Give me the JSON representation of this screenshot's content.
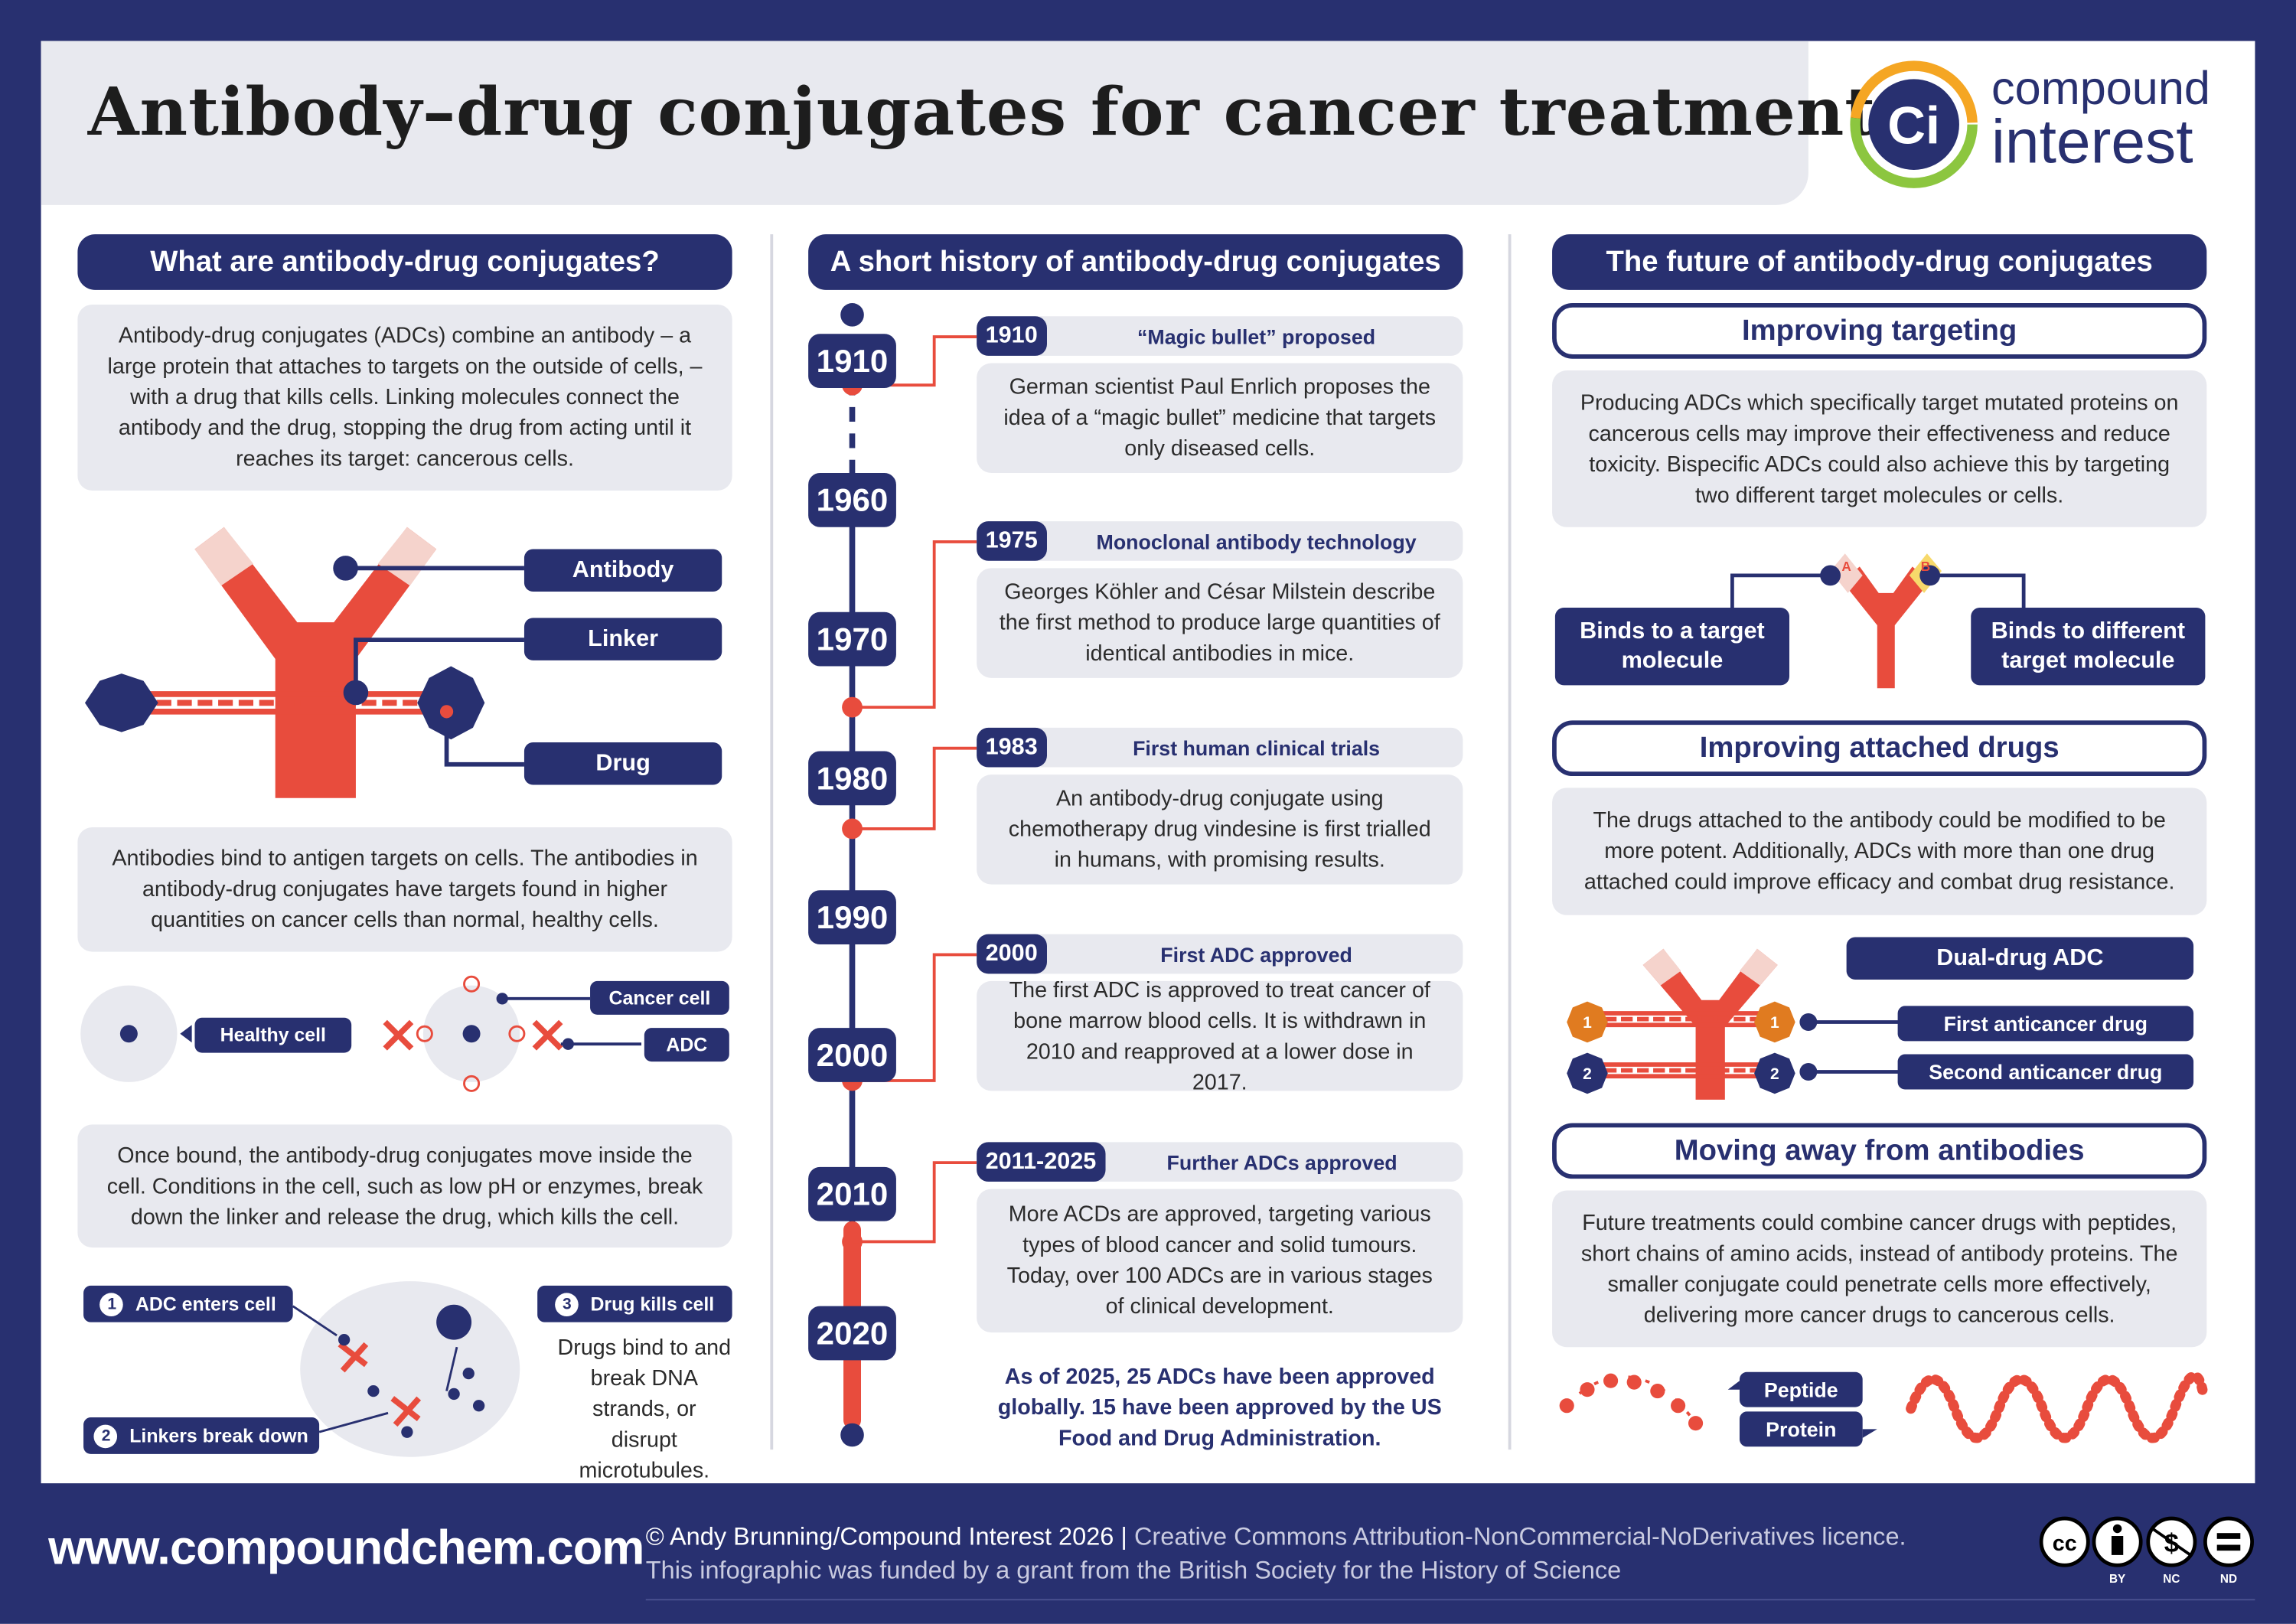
{
  "title": "Antibody–drug conjugates for cancer treatment",
  "logo": {
    "line1": "compound",
    "line2": "interest",
    "mark": "Ci"
  },
  "col1": {
    "header": "What are antibody-drug conjugates?",
    "intro": "Antibody-drug conjugates (ADCs) combine an antibody – a large protein that attaches to targets on the outside of cells, – with a drug that kills cells. Linking molecules connect the antibody and the drug, stopping the drug from acting until it reaches its target: cancerous cells.",
    "labels": {
      "antibody": "Antibody",
      "linker": "Linker",
      "drug": "Drug"
    },
    "binding": "Antibodies bind to antigen targets on cells. The antibodies in antibody-drug conjugates have targets found in higher quantities on cancer cells than normal, healthy cells.",
    "cells": {
      "healthy": "Healthy cell",
      "cancer": "Cancer cell",
      "adc": "ADC"
    },
    "inside": "Once bound, the antibody-drug conjugates move inside the cell. Conditions in the cell, such as low pH or enzymes, break down the linker and release the drug, which kills the cell.",
    "steps": [
      {
        "n": "1",
        "label": "ADC enters cell"
      },
      {
        "n": "2",
        "label": "Linkers break down"
      },
      {
        "n": "3",
        "label": "Drug kills cell"
      }
    ],
    "drug_note": "Drugs bind to and break DNA strands, or disrupt microtubules."
  },
  "col2": {
    "header": "A short history of antibody-drug conjugates",
    "years": [
      "1910",
      "1960",
      "1970",
      "1980",
      "1990",
      "2000",
      "2010",
      "2020"
    ],
    "events": [
      {
        "year": "1910",
        "title": "“Magic bullet” proposed",
        "text": "German scientist Paul Enrlich proposes the idea of a “magic bullet” medicine that targets only diseased cells."
      },
      {
        "year": "1975",
        "title": "Monoclonal antibody technology",
        "text": "Georges Köhler and César Milstein describe the first method to produce large quantities of identical antibodies in mice."
      },
      {
        "year": "1983",
        "title": "First human clinical trials",
        "text": "An antibody-drug conjugate using chemotherapy drug vindesine is first trialled in humans, with promising results."
      },
      {
        "year": "2000",
        "title": "First ADC approved",
        "text": "The first ADC is approved to treat cancer of bone marrow blood cells. It is withdrawn in 2010 and reapproved at a lower dose in 2017."
      },
      {
        "year": "2011-2025",
        "title": "Further ADCs approved",
        "text": "More ACDs are approved, targeting various types of blood cancer and solid tumours. Today, over 100 ADCs are in various stages of clinical development."
      }
    ],
    "summary": "As of 2025, 25 ADCs have been approved globally. 15 have been approved by the US Food and Drug Administration."
  },
  "col3": {
    "header": "The future of antibody-drug conjugates",
    "targeting": {
      "title": "Improving targeting",
      "text": "Producing ADCs which specifically target mutated proteins on cancerous cells may improve their effectiveness and reduce toxicity. Bispecific ADCs could also achieve this by targeting two different target molecules or cells.",
      "left": "Binds to a target molecule",
      "right": "Binds to different target molecule",
      "a": "A",
      "b": "B"
    },
    "drugs": {
      "title": "Improving attached drugs",
      "text": "The drugs attached to the antibody could be modified to be more potent. Additionally, ADCs with more than one drug attached could improve efficacy and combat drug resistance.",
      "dual": "Dual-drug ADC",
      "first": "First anticancer drug",
      "second": "Second anticancer drug",
      "n1": "1",
      "n2": "2"
    },
    "away": {
      "title": "Moving away from antibodies",
      "text": "Future treatments could combine cancer drugs with peptides, short chains of amino acids, instead of antibody proteins. The smaller conjugate could penetrate cells more effectively, delivering more cancer drugs to cancerous cells.",
      "peptide": "Peptide",
      "protein": "Protein"
    }
  },
  "footer": {
    "website": "www.compoundchem.com",
    "copyright": "© Andy Brunning/Compound Interest 2026",
    "licence": "Creative Commons Attribution-NonCommercial-NoDerivatives licence.",
    "funding": "This infographic was funded by a grant from the British Society for the History of Science",
    "cc": {
      "cc": "cc",
      "by": "BY",
      "nc": "NC",
      "nd": "ND"
    }
  },
  "colors": {
    "navy": "#283070",
    "red": "#e84c3d",
    "pink": "#f5d3cc",
    "gray": "#e8e9ef",
    "orange": "#e07b20",
    "yellow": "#f7d96b"
  }
}
